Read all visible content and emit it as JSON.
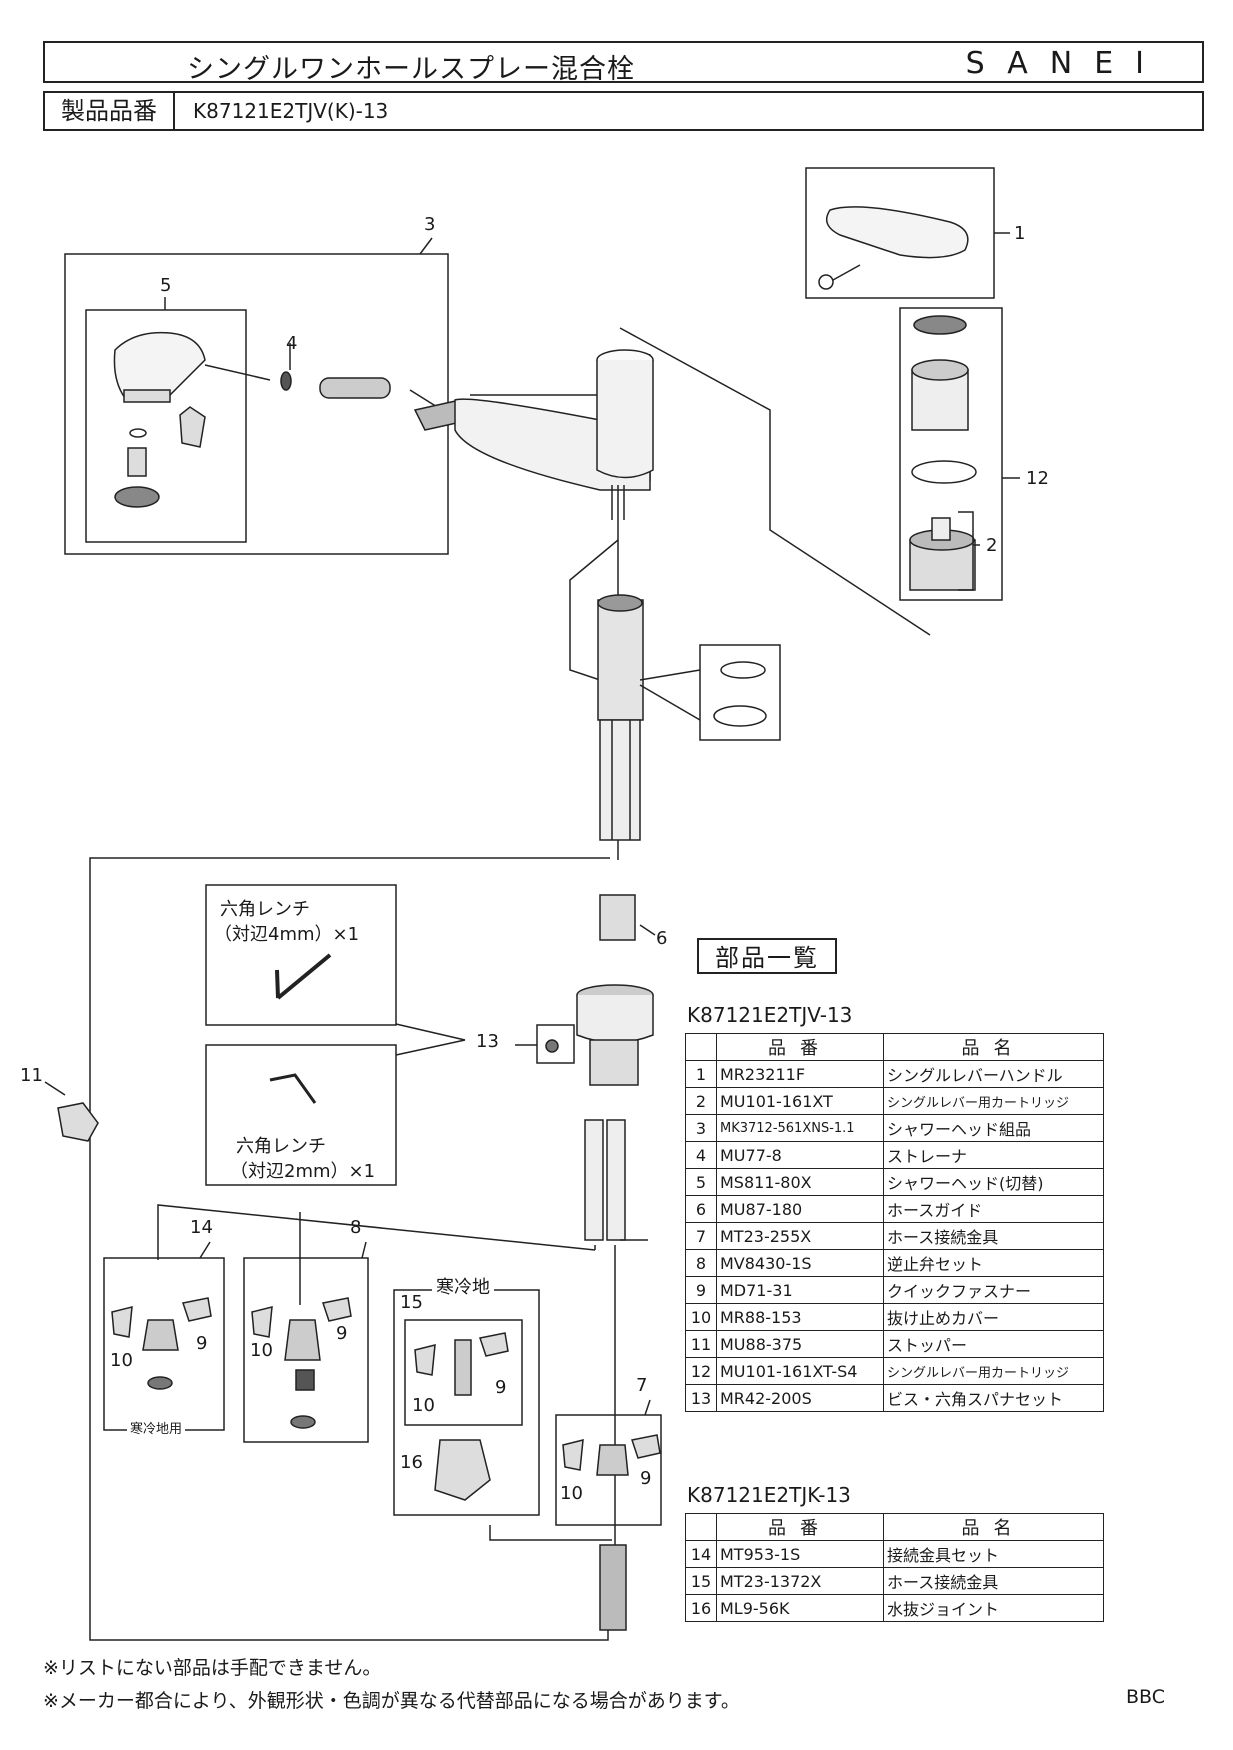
{
  "header": {
    "title": "シングルワンホールスプレー混合栓",
    "brand": "SANEI",
    "model_label": "製品品番",
    "model_value": "K87121E2TJV(K)-13"
  },
  "diagram": {
    "callouts": [
      "1",
      "2",
      "3",
      "4",
      "5",
      "6",
      "7",
      "8",
      "9",
      "10",
      "11",
      "12",
      "13",
      "14",
      "15",
      "16"
    ],
    "wrench_4mm": {
      "line1": "六角レンチ",
      "line2": "（対辺4mm）×1"
    },
    "wrench_2mm": {
      "line1": "六角レンチ",
      "line2": "（対辺2mm）×1"
    },
    "cold_region": "寒冷地",
    "cold_region_use": "寒冷地用"
  },
  "parts_list": {
    "heading": "部品一覧",
    "table1": {
      "model": "K87121E2TJV-13",
      "col_code": "品番",
      "col_name": "品名",
      "rows": [
        {
          "no": "1",
          "code": "MR23211F",
          "name": "シングルレバーハンドル"
        },
        {
          "no": "2",
          "code": "MU101-161XT",
          "name": "シングルレバー用カートリッジ"
        },
        {
          "no": "3",
          "code": "MK3712-561XNS-1.1",
          "name": "シャワーヘッド組品"
        },
        {
          "no": "4",
          "code": "MU77-8",
          "name": "ストレーナ"
        },
        {
          "no": "5",
          "code": "MS811-80X",
          "name": "シャワーヘッド(切替)"
        },
        {
          "no": "6",
          "code": "MU87-180",
          "name": "ホースガイド"
        },
        {
          "no": "7",
          "code": "MT23-255X",
          "name": "ホース接続金具"
        },
        {
          "no": "8",
          "code": "MV8430-1S",
          "name": "逆止弁セット"
        },
        {
          "no": "9",
          "code": "MD71-31",
          "name": "クイックファスナー"
        },
        {
          "no": "10",
          "code": "MR88-153",
          "name": "抜け止めカバー"
        },
        {
          "no": "11",
          "code": "MU88-375",
          "name": "ストッパー"
        },
        {
          "no": "12",
          "code": "MU101-161XT-S4",
          "name": "シングルレバー用カートリッジ"
        },
        {
          "no": "13",
          "code": "MR42-200S",
          "name": "ビス・六角スパナセット"
        }
      ]
    },
    "table2": {
      "model": "K87121E2TJK-13",
      "col_code": "品番",
      "col_name": "品名",
      "rows": [
        {
          "no": "14",
          "code": "MT953-1S",
          "name": "接続金具セット"
        },
        {
          "no": "15",
          "code": "MT23-1372X",
          "name": "ホース接続金具"
        },
        {
          "no": "16",
          "code": "ML9-56K",
          "name": "水抜ジョイント"
        }
      ]
    }
  },
  "footer": {
    "note1": "※リストにない部品は手配できません。",
    "note2": "※メーカー都合により、外観形状・色調が異なる代替部品になる場合があります。",
    "code": "BBC"
  }
}
